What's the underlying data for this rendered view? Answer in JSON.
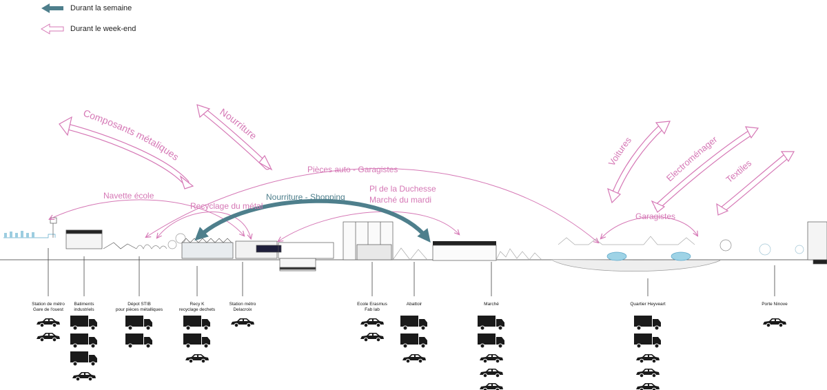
{
  "colors": {
    "weekday": "#4e7f8c",
    "weekend": "#d577b5",
    "ink": "#1a1a1a",
    "line": "#555555"
  },
  "legend": {
    "weekday": "Durant la semaine",
    "weekend": "Durant le week-end"
  },
  "flows": {
    "composants": "Composants métaliques",
    "nourriture": "Nourriture",
    "pieces_auto": "Pièces auto - Garagistes",
    "navette": "Navette école",
    "recyclage": "Recyclage du métal",
    "nourriture_shopping": "Nourriture - Shopping",
    "duchesse_1": "Pl de la Duchesse",
    "duchesse_2": "Marché du mardi",
    "voitures": "Voitures",
    "electromenager": "Electroménager",
    "textiles": "Textiles",
    "garagistes": "Garagistes"
  },
  "stations": [
    {
      "label": "Station de métro\nGare de l'ouest",
      "icons": [
        "car",
        "car"
      ]
    },
    {
      "label": "Batiments\nindustriels",
      "icons": [
        "truck",
        "truck",
        "truck",
        "car"
      ]
    },
    {
      "label": "Dépot STIB\npour pièces métalliques",
      "icons": [
        "truck",
        "truck"
      ]
    },
    {
      "label": "Recy K\nrecyclage dechets",
      "icons": [
        "truck",
        "truck",
        "car"
      ]
    },
    {
      "label": "Station métro\nDelacroix",
      "icons": [
        "car"
      ]
    },
    {
      "label": "Ecole Erasmus\nFab lab",
      "icons": [
        "car",
        "car"
      ]
    },
    {
      "label": "Abattoir",
      "icons": [
        "truck",
        "truck",
        "car"
      ]
    },
    {
      "label": "Marché",
      "icons": [
        "truck",
        "truck",
        "car",
        "car",
        "car"
      ]
    },
    {
      "label": "Quartier Heyveart",
      "icons": [
        "truck",
        "truck",
        "car",
        "car",
        "car"
      ]
    },
    {
      "label": "Porte Ninove",
      "icons": [
        "car"
      ]
    }
  ]
}
